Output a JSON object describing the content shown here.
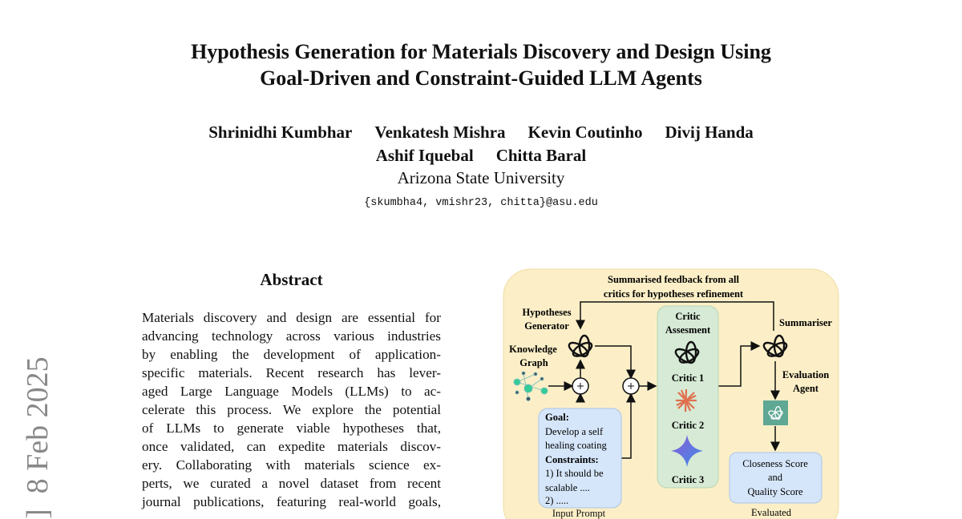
{
  "title": {
    "line1": "Hypothesis Generation for Materials Discovery and Design Using",
    "line2": "Goal-Driven and Constraint-Guided LLM Agents"
  },
  "authors": [
    "Shrinidhi Kumbhar",
    "Venkatesh Mishra",
    "Kevin Coutinho",
    "Divij Handa",
    "Ashif Iquebal",
    "Chitta Baral"
  ],
  "affiliation": "Arizona State University",
  "email": "{skumbha4, vmishr23, chitta}@asu.edu",
  "arxiv_stamp": "]  8 Feb 2025",
  "abstract": {
    "heading": "Abstract",
    "lines": [
      "Materials discovery and design are essential for",
      "advancing technology across various industries",
      "by enabling the development of application-",
      "specific materials. Recent research has lever-",
      "aged Large Language Models (LLMs) to ac-",
      "celerate this process. We explore the potential",
      "of LLMs to generate viable hypotheses that,",
      "once validated, can expedite materials discov-",
      "ery. Collaborating with materials science ex-",
      "perts, we curated a novel dataset from recent",
      "journal publications, featuring real-world goals,"
    ]
  },
  "figure": {
    "feedback": [
      "Summarised feedback from all",
      "critics for hypotheses refinement"
    ],
    "generator": [
      "Hypotheses",
      "Generator"
    ],
    "kg": [
      "Knowledge",
      "Graph"
    ],
    "critic_title": [
      "Critic",
      "Assesment"
    ],
    "critics": [
      "Critic 1",
      "Critic 2",
      "Critic 3"
    ],
    "summariser": "Summariser",
    "eval_agent": [
      "Evaluation",
      "Agent"
    ],
    "scores": [
      "Closeness Score",
      "and",
      "Quality Score"
    ],
    "evaluated": "Evaluated",
    "prompt": {
      "goal_label": "Goal:",
      "goal": [
        "Develop a self",
        "healing coating"
      ],
      "constraints_label": "Constraints:",
      "constraints": [
        "1) It should be",
        "scalable ....",
        "2) ....."
      ],
      "caption": "Input Prompt"
    },
    "colors": {
      "bg": "#fcefc7",
      "critic": "#d6ead5",
      "prompt": "#d6e6fa",
      "teal": "#5fa894",
      "anthropic": "#e0704e"
    }
  }
}
